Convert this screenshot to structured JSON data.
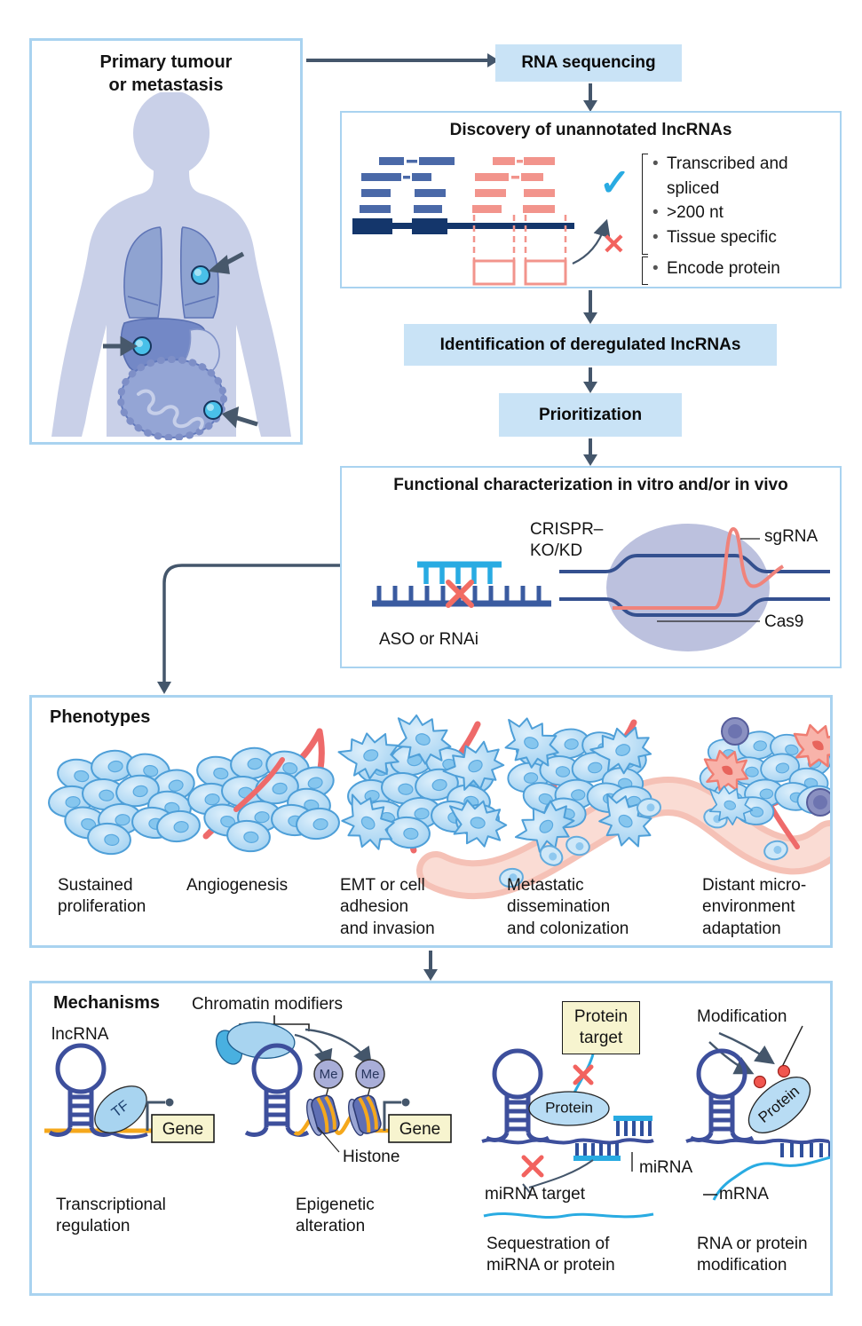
{
  "colors": {
    "panel_border": "#a9d3f0",
    "header_fill": "#c9e3f6",
    "flow_arrow": "#44566b",
    "navy_structure": "#3d4f9c",
    "gene_model_navy": "#14366b",
    "blue_reads": "#4a69a8",
    "pink_reads": "#f2948c",
    "check_blue": "#29abe2",
    "cross_red": "#f2635f",
    "dna_orange": "#f5a81c",
    "gene_box_fill": "#f7f4cf",
    "cell_fill": "#aed7f3",
    "cell_stroke": "#4e9fd8",
    "vessel_red": "#ee6a6a",
    "vessel_tube_pink": "#f5c1b6",
    "cas9_lavender": "#bcc1de",
    "body_silhouette": "#c9d0e8"
  },
  "icons": {
    "check": "✓",
    "cross": "✕"
  },
  "primary": {
    "title": "Primary tumour\nor metastasis"
  },
  "rna_seq_label": "RNA sequencing",
  "discovery": {
    "title": "Discovery of unannotated lncRNAs",
    "pass_items": [
      "Transcribed and spliced",
      ">200 nt",
      "Tissue specific"
    ],
    "fail_item": "Encode protein"
  },
  "identification_label": "Identification of deregulated lncRNAs",
  "prioritization_label": "Prioritization",
  "functional": {
    "title": "Functional characterization in vitro and/or in vivo",
    "aso": "ASO or RNAi",
    "crispr": "CRISPR–\nKO/KD",
    "sgrna": "sgRNA",
    "cas9": "Cas9"
  },
  "phenotypes": {
    "title": "Phenotypes",
    "items": [
      "Sustained\nproliferation",
      "Angiogenesis",
      "EMT or cell\nadhesion\nand invasion",
      "Metastatic\ndissemination\nand colonization",
      "Distant micro-\nenvironment\nadaptation"
    ]
  },
  "mechanisms": {
    "title": "Mechanisms",
    "lncrna": "lncRNA",
    "tf": "TF",
    "gene": "Gene",
    "chromatin": "Chromatin modifiers",
    "me": "Me",
    "histone": "Histone",
    "protein": "Protein",
    "protein_target": "Protein\ntarget",
    "mirna": "miRNA",
    "mirna_target": "miRNA target",
    "mrna": "mRNA",
    "modification": "Modification",
    "captions": [
      "Transcriptional\nregulation",
      "Epigenetic\nalteration",
      "Sequestration of\nmiRNA or protein",
      "RNA or protein\nmodification"
    ]
  }
}
